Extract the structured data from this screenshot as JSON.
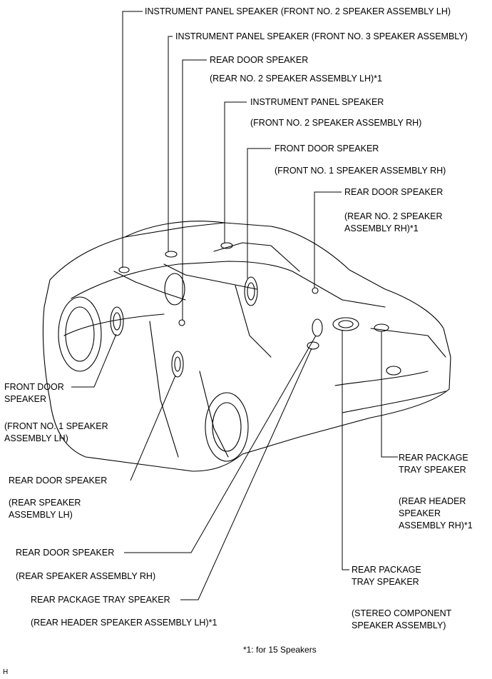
{
  "labels": {
    "ip_lh": "INSTRUMENT PANEL SPEAKER (FRONT NO. 2 SPEAKER ASSEMBLY LH)",
    "ip_center": "INSTRUMENT PANEL SPEAKER (FRONT NO. 3 SPEAKER ASSEMBLY)",
    "rear_door_lh_top": "REAR DOOR SPEAKER",
    "rear_door_lh_top_sub": "(REAR NO. 2 SPEAKER ASSEMBLY LH)*1",
    "ip_rh": "INSTRUMENT PANEL SPEAKER",
    "ip_rh_sub": "(FRONT NO. 2 SPEAKER ASSEMBLY RH)",
    "front_door_rh": "FRONT DOOR SPEAKER",
    "front_door_rh_sub": "(FRONT NO. 1 SPEAKER ASSEMBLY RH)",
    "rear_door_rh_top": "REAR DOOR SPEAKER",
    "rear_door_rh_top_sub_1": "(REAR NO. 2 SPEAKER",
    "rear_door_rh_top_sub_2": "ASSEMBLY RH)*1",
    "front_door_lh_1": "FRONT DOOR",
    "front_door_lh_2": "SPEAKER",
    "front_door_lh_sub_1": "(FRONT NO. 1 SPEAKER",
    "front_door_lh_sub_2": "ASSEMBLY LH)",
    "rear_door_lh": "REAR DOOR SPEAKER",
    "rear_door_lh_sub_1": "(REAR SPEAKER",
    "rear_door_lh_sub_2": "ASSEMBLY LH)",
    "rear_door_rh": "REAR DOOR SPEAKER",
    "rear_door_rh_sub": "(REAR SPEAKER ASSEMBLY RH)",
    "rear_pkg_lh": "REAR PACKAGE TRAY SPEAKER",
    "rear_pkg_lh_sub": "(REAR HEADER SPEAKER ASSEMBLY LH)*1",
    "rear_pkg_rh_1": "REAR PACKAGE",
    "rear_pkg_rh_2": "TRAY SPEAKER",
    "rear_pkg_rh_sub_1": "(REAR HEADER",
    "rear_pkg_rh_sub_2": "SPEAKER",
    "rear_pkg_rh_sub_3": "ASSEMBLY RH)*1",
    "rear_pkg_center_1": "REAR PACKAGE",
    "rear_pkg_center_2": "TRAY SPEAKER",
    "stereo_1": "(STEREO COMPONENT",
    "stereo_2": "SPEAKER ASSEMBLY)"
  },
  "footnote": "*1: for 15 Speakers",
  "corner_code": "H"
}
